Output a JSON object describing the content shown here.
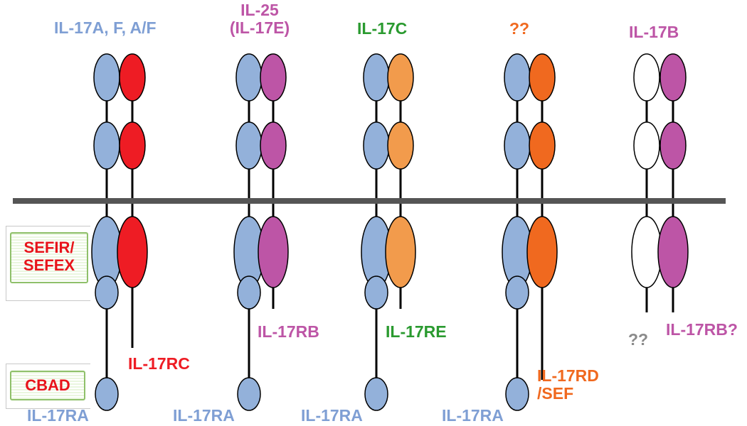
{
  "colors": {
    "ra_blue": "#93b1da",
    "rc_red": "#ee1c24",
    "rb_magenta": "#bd55a6",
    "re_orange": "#f29b4c",
    "rd_orange": "#f0691f",
    "membrane": "#555555",
    "label_blue": "#7f9fd4",
    "label_green": "#2a9a2f",
    "label_gray": "#8a8a8a"
  },
  "ligands": [
    {
      "text": "IL-17A, F, A/F",
      "color": "#7f9fd4"
    },
    {
      "text": "IL-25",
      "text2": "(IL-17E)",
      "color": "#bd55a6"
    },
    {
      "text": "IL-17C",
      "color": "#2a9a2f"
    },
    {
      "text": "??",
      "color": "#f0691f"
    },
    {
      "text": "IL-17B",
      "color": "#bd55a6"
    }
  ],
  "receptors": {
    "ra_label": "IL-17RA",
    "partners": [
      {
        "text": "IL-17RC",
        "color": "#ee1c24"
      },
      {
        "text": "IL-17RB",
        "color": "#bd55a6"
      },
      {
        "text": "IL-17RE",
        "color": "#2a9a2f"
      },
      {
        "text": "IL-17RD",
        "text2": "/SEF",
        "color": "#f0691f"
      },
      {
        "text": "IL-17RB?",
        "color": "#bd55a6"
      }
    ],
    "unknown_label": "??"
  },
  "legend": {
    "sefir": "SEFIR/",
    "sefir2": "SEFEX",
    "cbad": "CBAD"
  }
}
